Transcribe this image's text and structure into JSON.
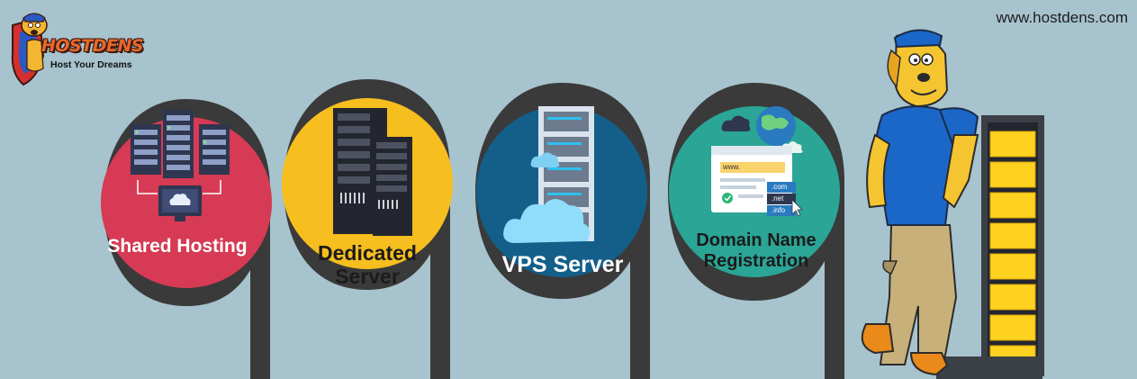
{
  "site_url": "www.hostdens.com",
  "logo": {
    "brand": "HOSTDENS",
    "tagline": "Host Your Dreams"
  },
  "services": [
    {
      "label": "Shared Hosting",
      "color": "#d63a54"
    },
    {
      "label_line1": "Dedicated",
      "label_line2": "Server",
      "color": "#f6be1e"
    },
    {
      "label": "VPS Server",
      "color": "#135f8a"
    },
    {
      "label_line1": "Domain Name",
      "label_line2": "Registration",
      "color": "#2aa596"
    }
  ],
  "domain_window": {
    "address": "www.",
    "tlds": [
      ".com",
      ".net",
      ".info"
    ]
  },
  "colors": {
    "background": "#a7c3cd",
    "pin_frame": "#3a3a3a",
    "mascot_shirt": "#1a67c7",
    "mascot_fur": "#f5c531",
    "server_light": "#ffd21f"
  }
}
